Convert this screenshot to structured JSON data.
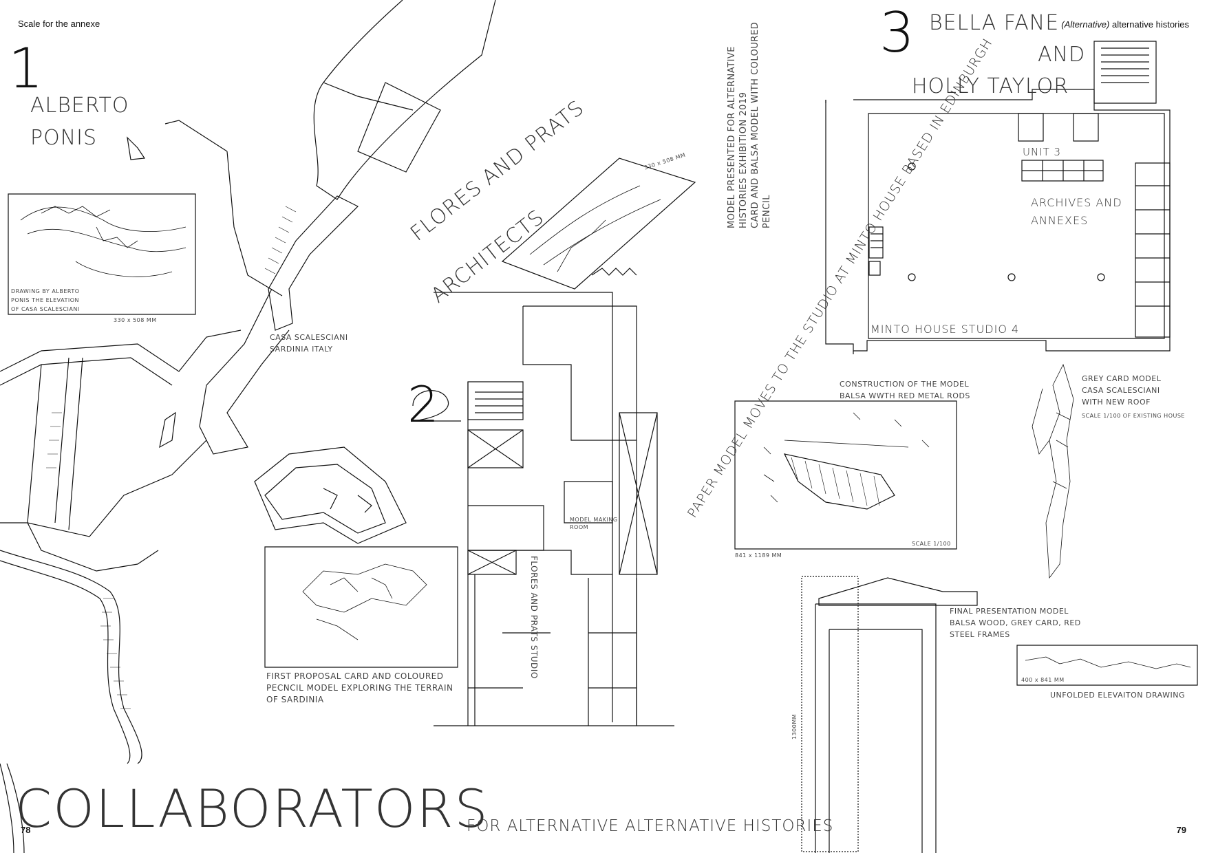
{
  "header": {
    "left": "Scale for the annexe",
    "right_italic": "Alternative",
    "right_rest": "alternative histories"
  },
  "section1": {
    "number": "1",
    "name_line1": "ALBERTO",
    "name_line2": "PONIS",
    "drawing_caption": [
      "DRAWING BY ALBERTO",
      "PONIS THE ELEVATION",
      "OF CASA SCALESCIANI"
    ],
    "drawing_dim": "330 x 508 MM",
    "site_caption": [
      "CASA SCALESCIANI",
      "SARDINIA ITALY"
    ],
    "proposal_caption": [
      "FIRST PROPOSAL CARD AND COLOURED",
      "PECNCIL MODEL EXPLORING THE TERRAIN",
      "OF SARDINIA"
    ]
  },
  "section2": {
    "number": "2",
    "title_line1": "FLORES AND PRATS",
    "title_line2": "ARCHITECTS",
    "model_dim": "330 x 508 MM",
    "exhibit_caption": [
      "MODEL PRESENTED FOR ALTERNATIVE",
      "HISTORIES EXHIBITION 2019",
      "CARD AND BALSA MODEL WITH COLOURED",
      "PENCIL"
    ],
    "vertical_label": "PAPER MODEL MOVES TO THE STUDIO AT MINTO HOUSE BASED IN EDINBURGH",
    "room_label": [
      "MODEL MAKING",
      "ROOM"
    ],
    "studio_label": "FLORES AND PRATS STUDIO"
  },
  "section3": {
    "number": "3",
    "name_line1": "BELLA FANE",
    "name_line2": "AND",
    "name_line3": "HOLLY TAYLOR",
    "unit_label": "UNIT 3",
    "archives_label": [
      "ARCHIVES AND",
      "ANNEXES"
    ],
    "studio_label": "MINTO HOUSE STUDIO 4",
    "grey_model_caption": [
      "GREY CARD MODEL",
      "CASA SCALESCIANI",
      "WITH NEW ROOF"
    ],
    "grey_model_scale": "SCALE 1/100 OF EXISTING HOUSE",
    "construction_caption": [
      "CONSTRUCTION OF THE MODEL",
      "BALSA WWTH RED METAL RODS"
    ],
    "construction_dim": "841 x 1189 MM",
    "construction_scale": "SCALE 1/100",
    "final_caption": [
      "FINAL PRESENTATION MODEL",
      "BALSA WOOD, GREY CARD, RED",
      "STEEL FRAMES"
    ],
    "final_height": "1300MM",
    "unfolded_dim": "400 x 841 MM",
    "unfolded_caption": "UNFOLDED ELEVAITON DRAWING"
  },
  "footer": {
    "title": "COLLABORATORS",
    "subtitle": "FOR ALTERNATIVE ALTERNATIVE HISTORIES",
    "page_left": "78",
    "page_right": "79"
  }
}
